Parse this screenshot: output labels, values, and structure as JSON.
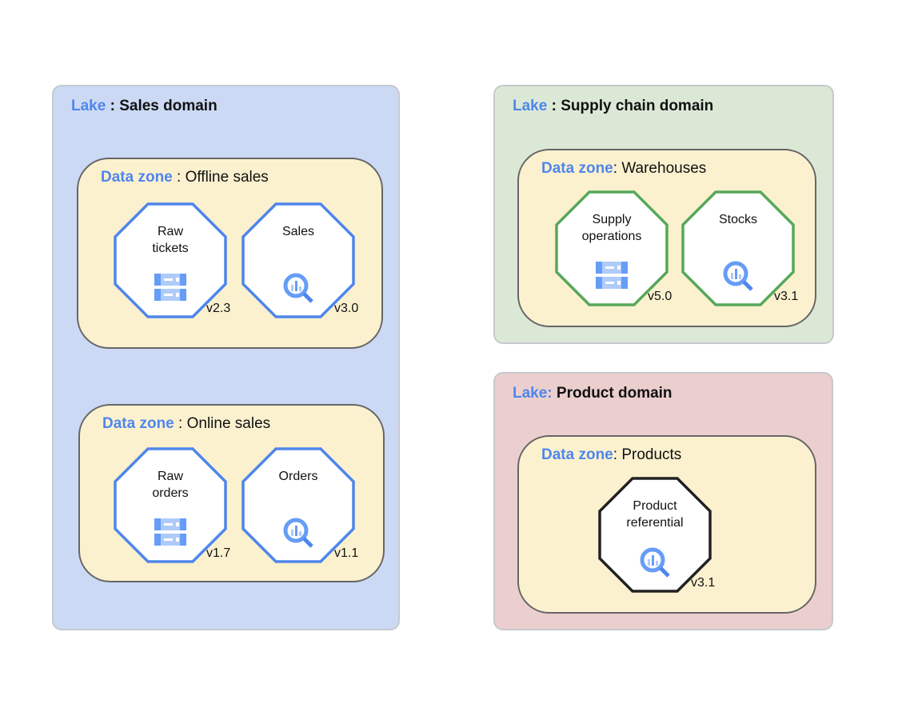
{
  "colors": {
    "lake_sales": "#cbd9f4",
    "lake_supply": "#dce8d6",
    "lake_product": "#ebcfce",
    "zone": "#fcf1cf",
    "accent_blue": "#4f86ec",
    "node_green": "#57a85a",
    "node_black": "#222222"
  },
  "lakes": [
    {
      "keyword": "Lake",
      "sep": " : ",
      "name": "Sales domain",
      "zones": [
        {
          "keyword": "Data zone",
          "sep": " : ",
          "name": "Offline sales",
          "nodes": [
            {
              "label": "Raw\ntickets",
              "icon": "storage-icon",
              "version": "v2.3"
            },
            {
              "label": "Sales",
              "icon": "bigquery-icon",
              "version": "v3.0"
            }
          ]
        },
        {
          "keyword": "Data zone",
          "sep": " : ",
          "name": "Online sales",
          "nodes": [
            {
              "label": "Raw\norders",
              "icon": "storage-icon",
              "version": "v1.7"
            },
            {
              "label": "Orders",
              "icon": "bigquery-icon",
              "version": "v1.1"
            }
          ]
        }
      ]
    },
    {
      "keyword": "Lake",
      "sep": " : ",
      "name": "Supply chain domain",
      "zones": [
        {
          "keyword": "Data zone",
          "sep": ": ",
          "name": "Warehouses",
          "nodes": [
            {
              "label": "Supply\noperations",
              "icon": "storage-icon",
              "version": "v5.0"
            },
            {
              "label": "Stocks",
              "icon": "bigquery-icon",
              "version": "v3.1"
            }
          ]
        }
      ]
    },
    {
      "keyword": "Lake:",
      "sep": " ",
      "name": "Product domain",
      "zones": [
        {
          "keyword": "Data zone",
          "sep": ": ",
          "name": "Products",
          "nodes": [
            {
              "label": "Product\nreferential",
              "icon": "bigquery-icon",
              "version": "v3.1"
            }
          ]
        }
      ]
    }
  ]
}
